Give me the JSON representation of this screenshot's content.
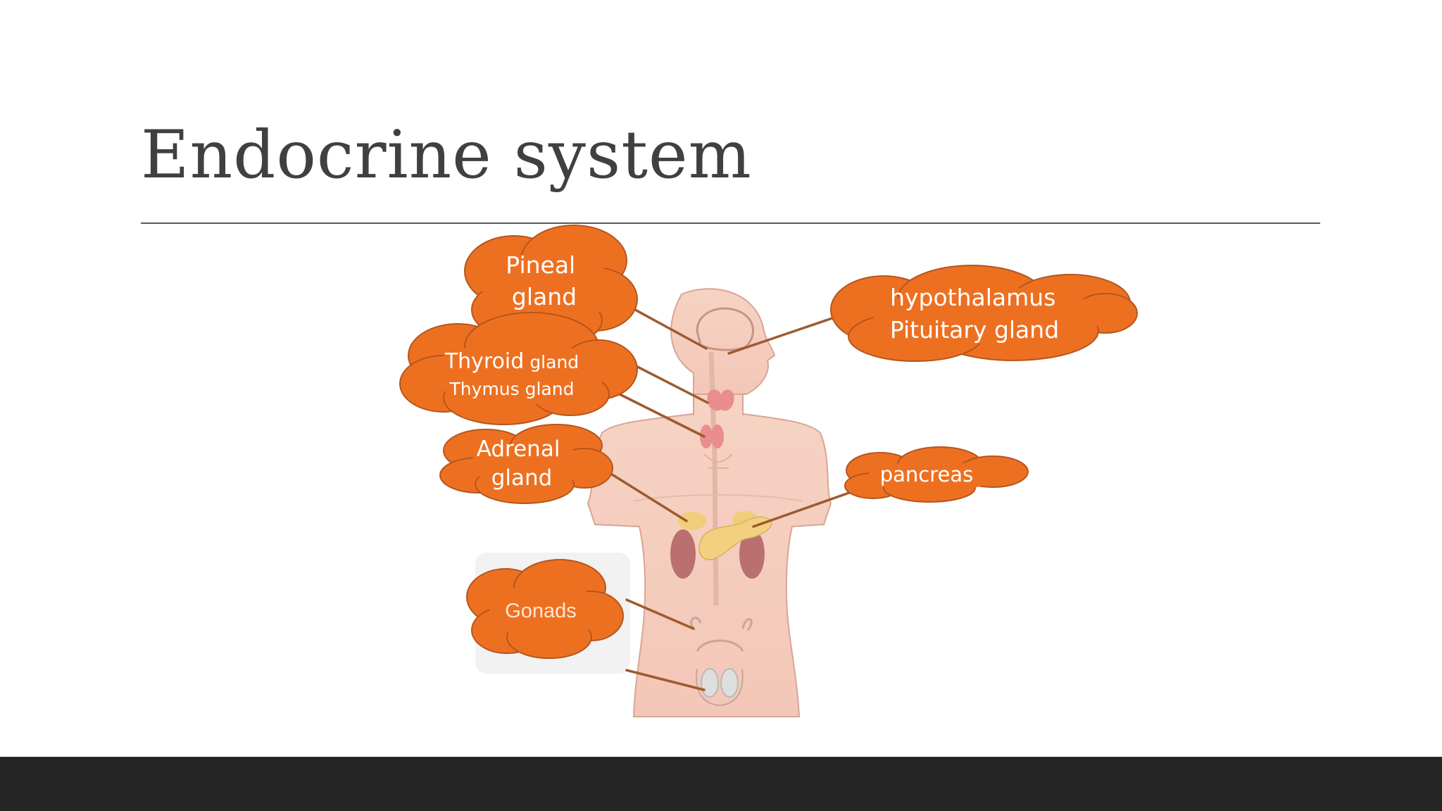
{
  "slide": {
    "title": "Endocrine system",
    "accent_color": "#ed7021",
    "connector_color": "#9e5a2e",
    "footer_color": "#262626"
  },
  "labels": {
    "pineal": [
      "Pineal",
      "gland"
    ],
    "hypothalamus": [
      "hypothalamus",
      "Pituitary gland"
    ],
    "thyroid": {
      "line1_main": "Thyroid",
      "line1_small": "gland",
      "line2": "Thymus gland"
    },
    "adrenal": [
      "Adrenal",
      "gland"
    ],
    "pancreas": "pancreas",
    "gonads": "Gonads"
  }
}
